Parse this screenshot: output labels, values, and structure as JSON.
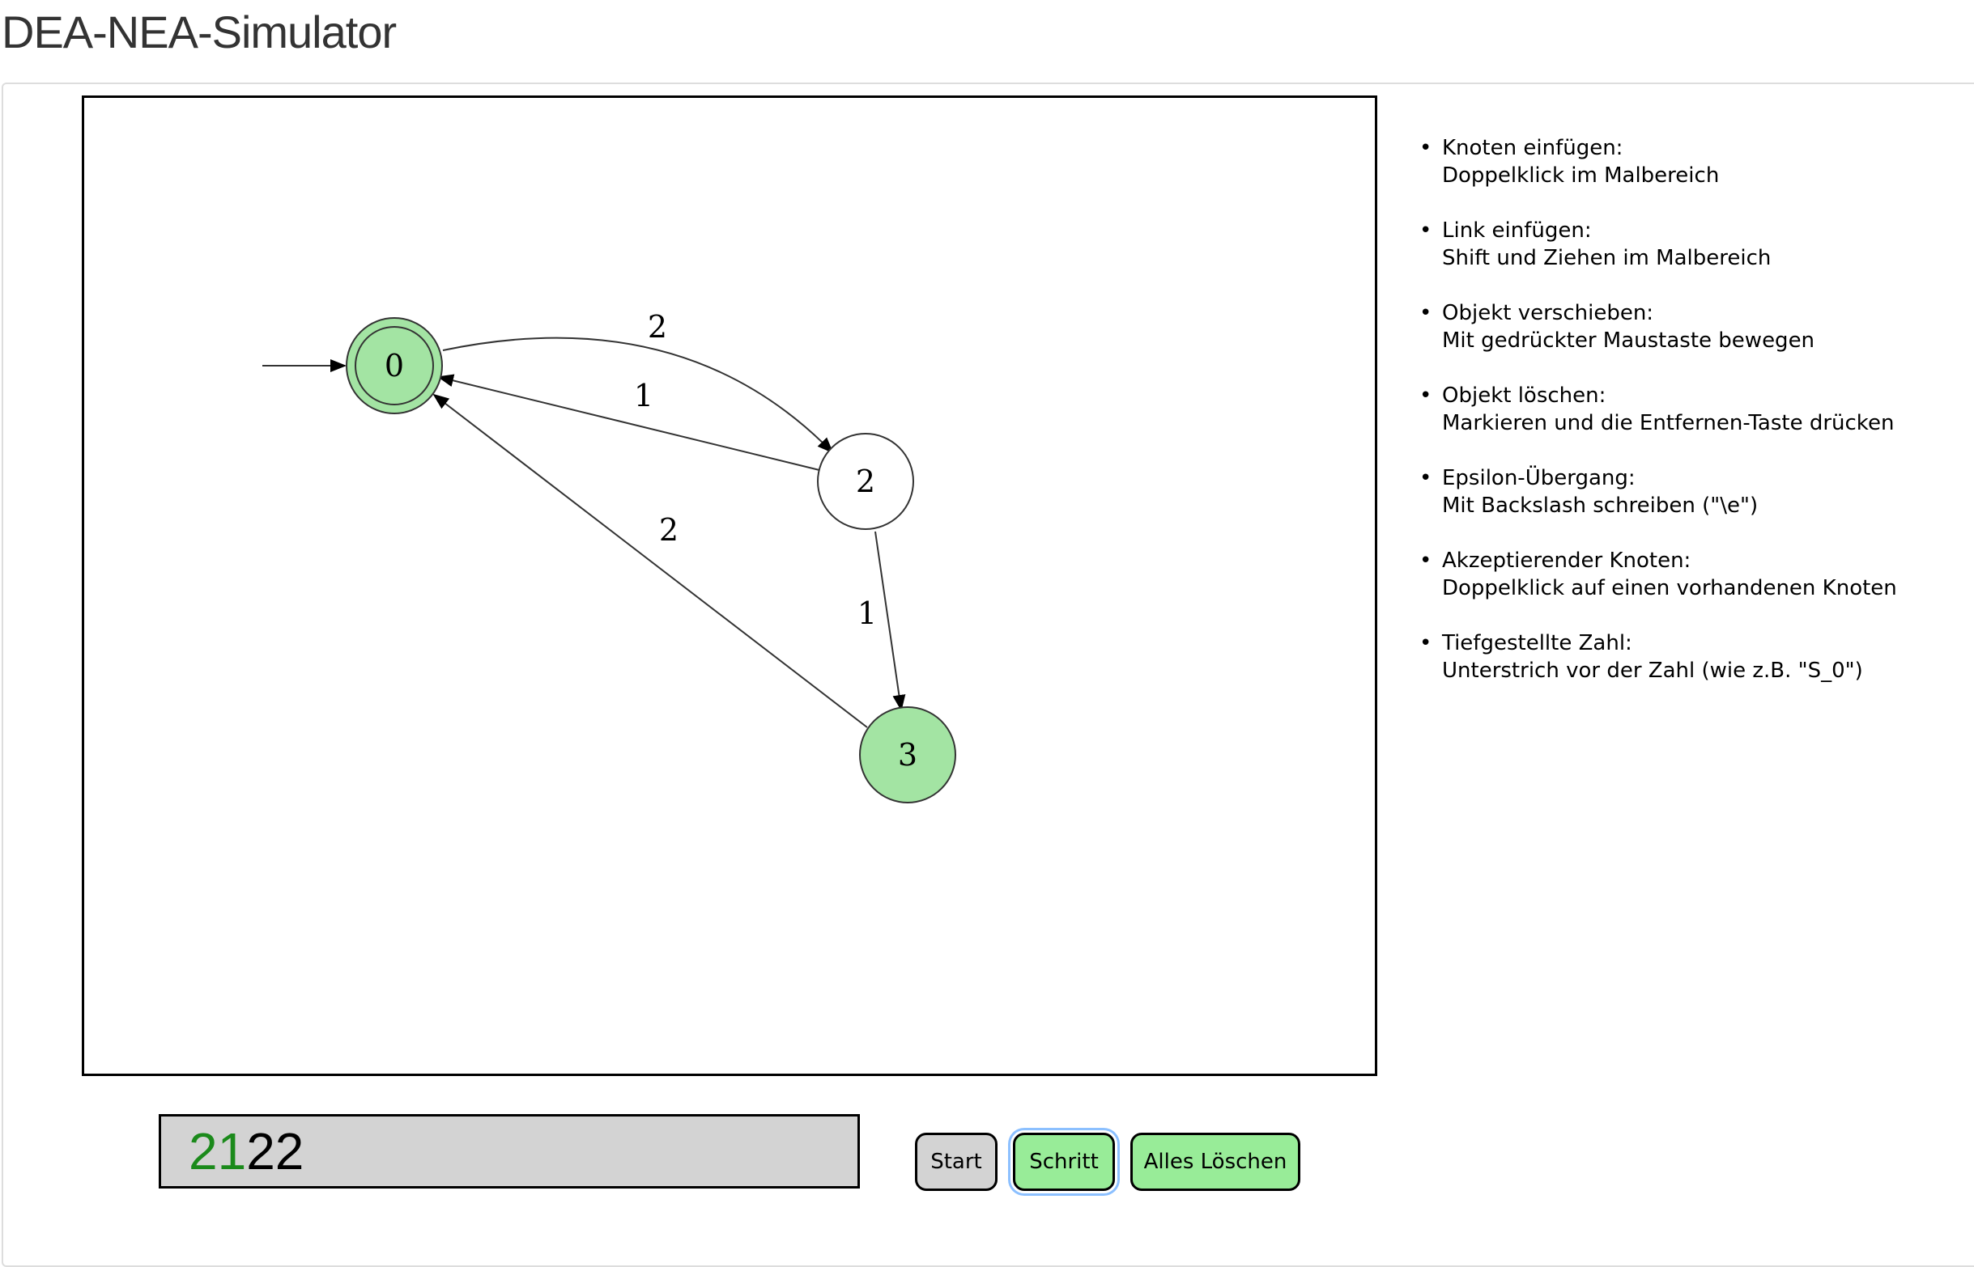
{
  "app": {
    "title": "DEA-NEA-Simulator"
  },
  "automaton": {
    "states": [
      {
        "id": "q0",
        "label": "0",
        "accepting": true,
        "start": true,
        "highlighted": true
      },
      {
        "id": "q2",
        "label": "2",
        "accepting": false,
        "start": false,
        "highlighted": false
      },
      {
        "id": "q3",
        "label": "3",
        "accepting": false,
        "start": false,
        "highlighted": true
      }
    ],
    "transitions": [
      {
        "from": "q0",
        "to": "q2",
        "label": "2"
      },
      {
        "from": "q2",
        "to": "q0",
        "label": "1"
      },
      {
        "from": "q3",
        "to": "q0",
        "label": "2"
      },
      {
        "from": "q2",
        "to": "q3",
        "label": "1"
      }
    ],
    "colors": {
      "highlight_fill": "#a3e4a3",
      "node_fill": "#ffffff",
      "edge": "#333333"
    }
  },
  "help": [
    {
      "title": "Knoten einfügen:",
      "desc": "Doppelklick im Malbereich"
    },
    {
      "title": "Link einfügen:",
      "desc": "Shift und Ziehen im Malbereich"
    },
    {
      "title": "Objekt verschieben:",
      "desc": "Mit gedrückter Maustaste bewegen"
    },
    {
      "title": "Objekt löschen:",
      "desc": "Markieren und die Entfernen-Taste drücken"
    },
    {
      "title": "Epsilon-Übergang:",
      "desc": "Mit Backslash schreiben (\"\\e\")"
    },
    {
      "title": "Akzeptierender Knoten:",
      "desc": "Doppelklick auf einen vorhandenen Knoten"
    },
    {
      "title": "Tiefgestellte Zahl:",
      "desc": "Unterstrich vor der Zahl (wie z.B. \"S_0\")"
    }
  ],
  "input": {
    "consumed": "21",
    "remaining": "22",
    "colors": {
      "consumed": "#1b8a1b",
      "background": "#d3d3d3"
    }
  },
  "controls": {
    "start_label": "Start",
    "step_label": "Schritt",
    "clear_label": "Alles Löschen"
  }
}
